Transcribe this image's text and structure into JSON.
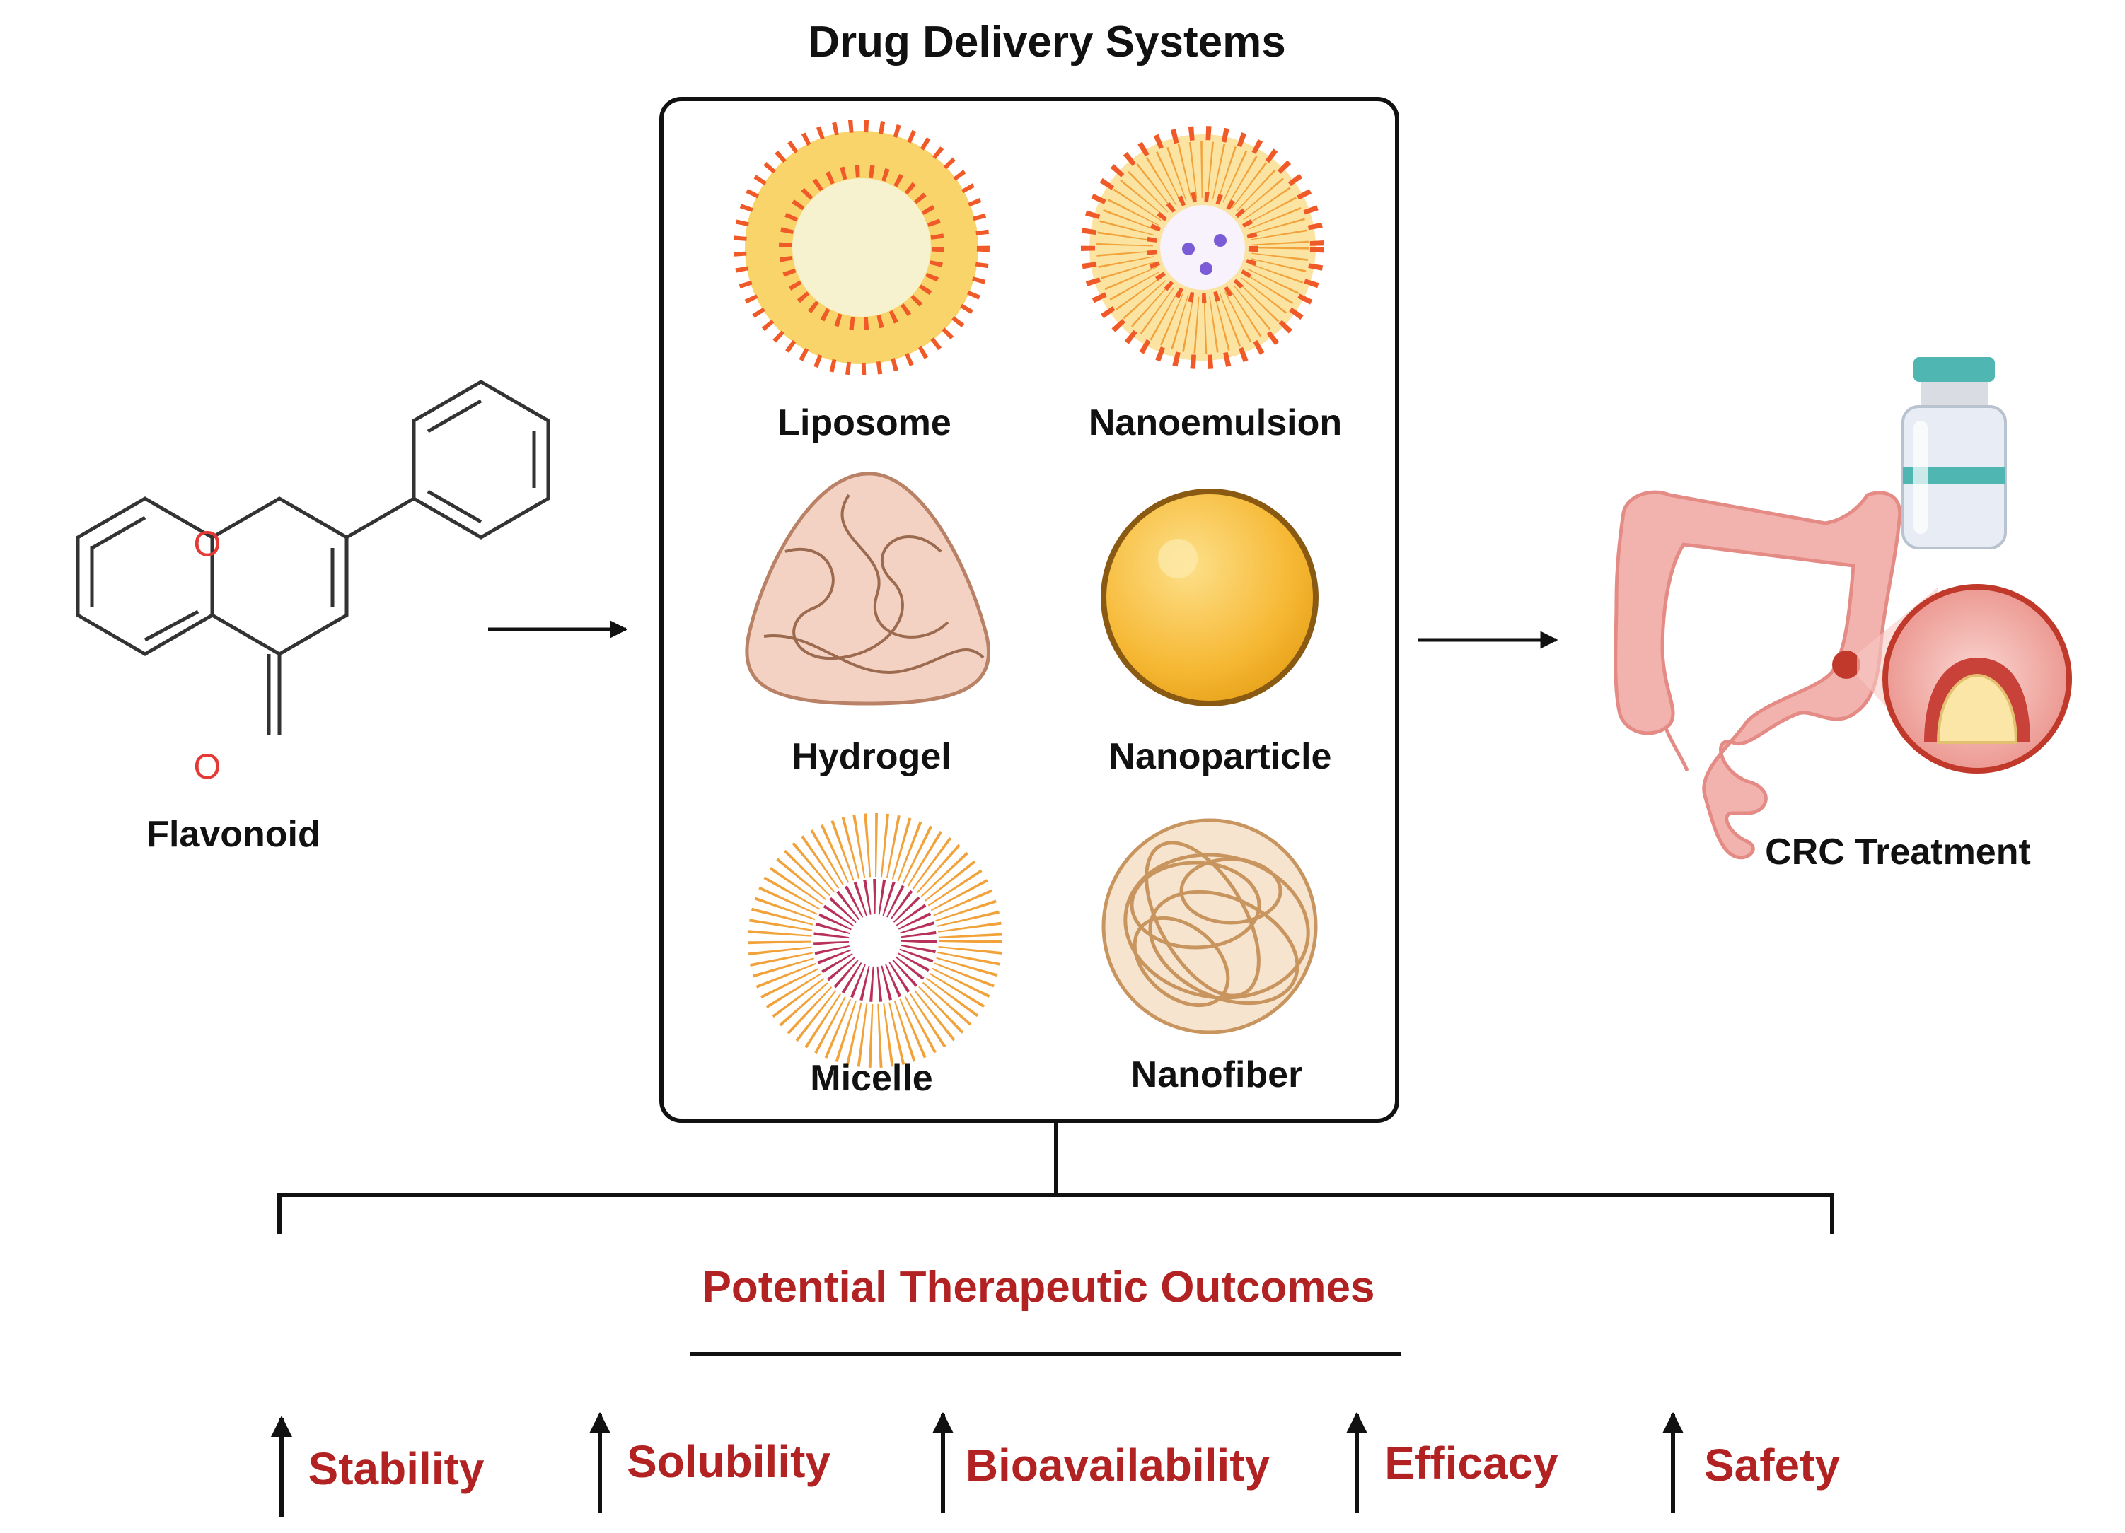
{
  "header": {
    "title": "Drug Delivery Systems"
  },
  "source": {
    "label": "Flavonoid",
    "atoms": {
      "ring_oxygen": "O",
      "carbonyl_oxygen": "O"
    }
  },
  "systems": [
    {
      "id": "liposome",
      "label": "Liposome"
    },
    {
      "id": "nanoemulsion",
      "label": "Nanoemulsion"
    },
    {
      "id": "hydrogel",
      "label": "Hydrogel"
    },
    {
      "id": "nanoparticle",
      "label": "Nanoparticle"
    },
    {
      "id": "micelle",
      "label": "Micelle"
    },
    {
      "id": "nanofiber",
      "label": "Nanofiber"
    }
  ],
  "target": {
    "label": "CRC Treatment"
  },
  "outcomes": {
    "title": "Potential Therapeutic Outcomes",
    "items": [
      "Stability",
      "Solubility",
      "Bioavailability",
      "Efficacy",
      "Safety"
    ]
  },
  "colors": {
    "accent_red": "#b22222",
    "lipid_head": "#f05a28",
    "lipid_tail": "#f2a23a",
    "core_fill": "#f6f1cf",
    "tissue": "#f2b2ad"
  }
}
